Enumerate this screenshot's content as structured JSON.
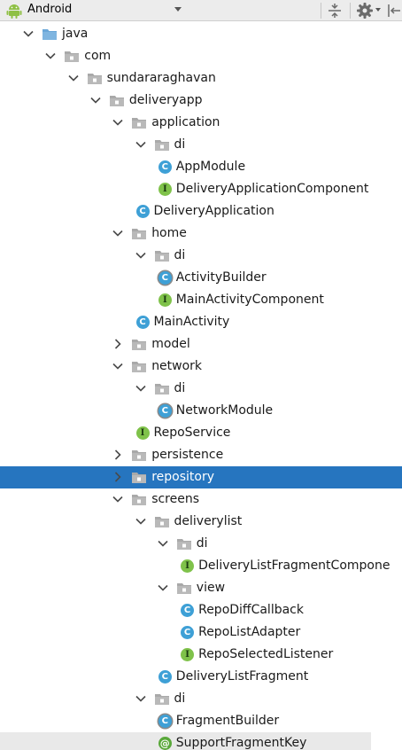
{
  "toolbar": {
    "project_view": "Android",
    "icons": [
      "android-icon",
      "dropdown-arrow",
      "collapse-all-icon",
      "gear-icon",
      "hide-panel-icon"
    ]
  },
  "tree": {
    "rows": [
      {
        "label": "java",
        "kind": "folder-blue",
        "depth": 0,
        "toggle": "expanded"
      },
      {
        "label": "com",
        "kind": "package",
        "depth": 1,
        "toggle": "expanded"
      },
      {
        "label": "sundararaghavan",
        "kind": "package",
        "depth": 2,
        "toggle": "expanded"
      },
      {
        "label": "deliveryapp",
        "kind": "package",
        "depth": 3,
        "toggle": "expanded"
      },
      {
        "label": "application",
        "kind": "package",
        "depth": 4,
        "toggle": "expanded"
      },
      {
        "label": "di",
        "kind": "package",
        "depth": 5,
        "toggle": "expanded"
      },
      {
        "label": "AppModule",
        "kind": "class",
        "depth": 6,
        "toggle": "none"
      },
      {
        "label": "DeliveryApplicationComponent",
        "kind": "interface",
        "depth": 6,
        "toggle": "none"
      },
      {
        "label": "DeliveryApplication",
        "kind": "class",
        "depth": 5,
        "toggle": "none"
      },
      {
        "label": "home",
        "kind": "package",
        "depth": 4,
        "toggle": "expanded"
      },
      {
        "label": "di",
        "kind": "package",
        "depth": 5,
        "toggle": "expanded"
      },
      {
        "label": "ActivityBuilder",
        "kind": "class-framed",
        "depth": 6,
        "toggle": "none"
      },
      {
        "label": "MainActivityComponent",
        "kind": "interface",
        "depth": 6,
        "toggle": "none"
      },
      {
        "label": "MainActivity",
        "kind": "class",
        "depth": 5,
        "toggle": "none"
      },
      {
        "label": "model",
        "kind": "package",
        "depth": 4,
        "toggle": "collapsed"
      },
      {
        "label": "network",
        "kind": "package",
        "depth": 4,
        "toggle": "expanded"
      },
      {
        "label": "di",
        "kind": "package",
        "depth": 5,
        "toggle": "expanded"
      },
      {
        "label": "NetworkModule",
        "kind": "class-framed",
        "depth": 6,
        "toggle": "none"
      },
      {
        "label": "RepoService",
        "kind": "interface",
        "depth": 5,
        "toggle": "none"
      },
      {
        "label": "persistence",
        "kind": "package",
        "depth": 4,
        "toggle": "collapsed"
      },
      {
        "label": "repository",
        "kind": "package",
        "depth": 4,
        "toggle": "collapsed",
        "selected": true
      },
      {
        "label": "screens",
        "kind": "package",
        "depth": 4,
        "toggle": "expanded"
      },
      {
        "label": "deliverylist",
        "kind": "package",
        "depth": 5,
        "toggle": "expanded"
      },
      {
        "label": "di",
        "kind": "package",
        "depth": 6,
        "toggle": "expanded"
      },
      {
        "label": "DeliveryListFragmentCompone",
        "kind": "interface",
        "depth": 7,
        "toggle": "none"
      },
      {
        "label": "view",
        "kind": "package",
        "depth": 6,
        "toggle": "expanded"
      },
      {
        "label": "RepoDiffCallback",
        "kind": "class",
        "depth": 7,
        "toggle": "none"
      },
      {
        "label": "RepoListAdapter",
        "kind": "class",
        "depth": 7,
        "toggle": "none"
      },
      {
        "label": "RepoSelectedListener",
        "kind": "interface",
        "depth": 7,
        "toggle": "none"
      },
      {
        "label": "DeliveryListFragment",
        "kind": "class",
        "depth": 6,
        "toggle": "none"
      },
      {
        "label": "di",
        "kind": "package",
        "depth": 5,
        "toggle": "expanded"
      },
      {
        "label": "FragmentBuilder",
        "kind": "class-framed",
        "depth": 6,
        "toggle": "none"
      },
      {
        "label": "SupportFragmentKey",
        "kind": "annotation",
        "depth": 6,
        "toggle": "none",
        "partial": true
      }
    ]
  },
  "colors": {
    "selection": "#2675bf",
    "class_badge": "#3ea0d6",
    "interface_badge": "#7fc24a",
    "annotation_badge": "#59a83a",
    "java_folder": "#6aa7d8",
    "package_folder": "#a9a9a9"
  }
}
